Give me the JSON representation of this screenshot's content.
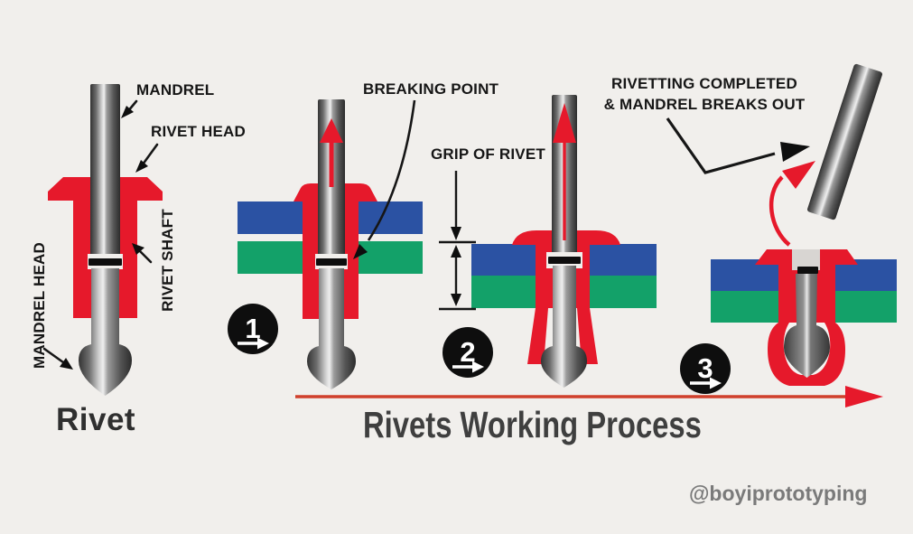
{
  "title": "Rivets Working Process",
  "watermark": "@boyiprototyping",
  "rivet_caption": "Rivet",
  "labels": {
    "mandrel": "MANDREL",
    "rivet_head": "RIVET HEAD",
    "mandrel_head": "MANDREL HEAD",
    "rivet_shaft": "RIVET SHAFT",
    "breaking_point": "BREAKING POINT",
    "grip_of_rivet": "GRIP OF RIVET",
    "completed_line1": "RIVETTING COMPLETED",
    "completed_line2": "& MANDREL BREAKS OUT"
  },
  "steps": [
    {
      "number": "1"
    },
    {
      "number": "2"
    },
    {
      "number": "3"
    }
  ],
  "colors": {
    "red": "#e6192b",
    "red_arrow": "#d0402c",
    "blue": "#2b52a3",
    "green": "#13a169",
    "label": "#161616",
    "title_text": "#3f3f3f",
    "watermark_text": "#7a7a7a",
    "background": "#f1efec",
    "metal_dark": "#333333",
    "metal_light": "#efefef",
    "stub_grey": "#d8d5d2"
  }
}
